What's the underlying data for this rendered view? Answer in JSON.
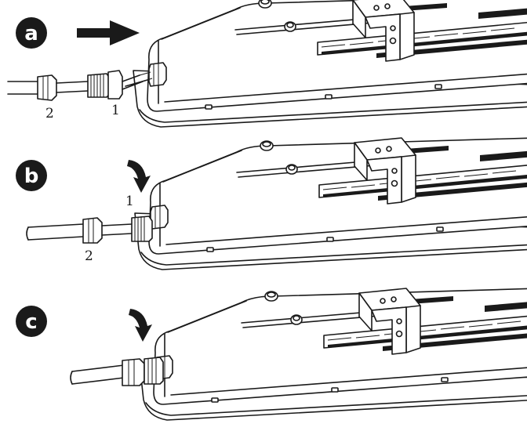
{
  "panels": [
    {
      "id": "a",
      "badge": "a",
      "callouts": [
        "2",
        "1"
      ],
      "arrow": "straight-right"
    },
    {
      "id": "b",
      "badge": "b",
      "callouts": [
        "1",
        "2"
      ],
      "arrow": "curved-down"
    },
    {
      "id": "c",
      "badge": "c",
      "callouts": [],
      "arrow": "curved-down"
    }
  ],
  "colors": {
    "ink": "#1a1a1a",
    "paper": "#ffffff"
  }
}
